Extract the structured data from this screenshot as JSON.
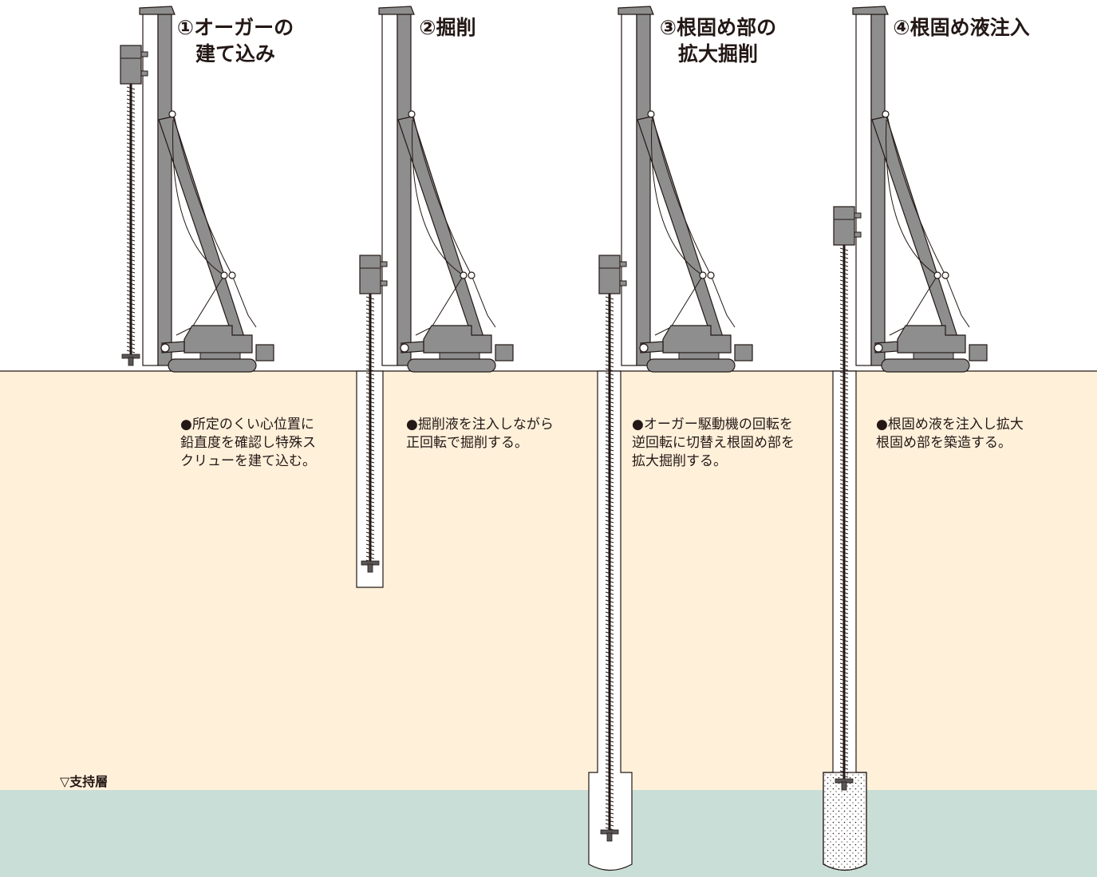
{
  "colors": {
    "soil": "#FFF0DA",
    "bearing_layer": "#C9DED6",
    "machine_body": "#8E8E8E",
    "machine_dark": "#595757",
    "line": "#231815",
    "hole": "#FFFFFF"
  },
  "steps": [
    {
      "title_line1": "①オーガーの",
      "title_line2": "建て込み",
      "desc_line1": "●所定のくい心位置に",
      "desc_line2": "鉛直度を確認し特殊ス",
      "desc_line3": "クリューを建て込む。"
    },
    {
      "title_line1": "②掘削",
      "title_line2": "",
      "desc_line1": "●掘削液を注入しながら",
      "desc_line2": "正回転で掘削する。",
      "desc_line3": ""
    },
    {
      "title_line1": "③根固め部の",
      "title_line2": "拡大掘削",
      "desc_line1": "●オーガー駆動機の回転を",
      "desc_line2": "逆回転に切替え根固め部を",
      "desc_line3": "拡大掘削する。"
    },
    {
      "title_line1": "④根固め液注入",
      "title_line2": "",
      "desc_line1": "●根固め液を注入し拡大",
      "desc_line2": "根固め部を築造する。",
      "desc_line3": ""
    }
  ],
  "bearing_layer_label": "▽支持層"
}
